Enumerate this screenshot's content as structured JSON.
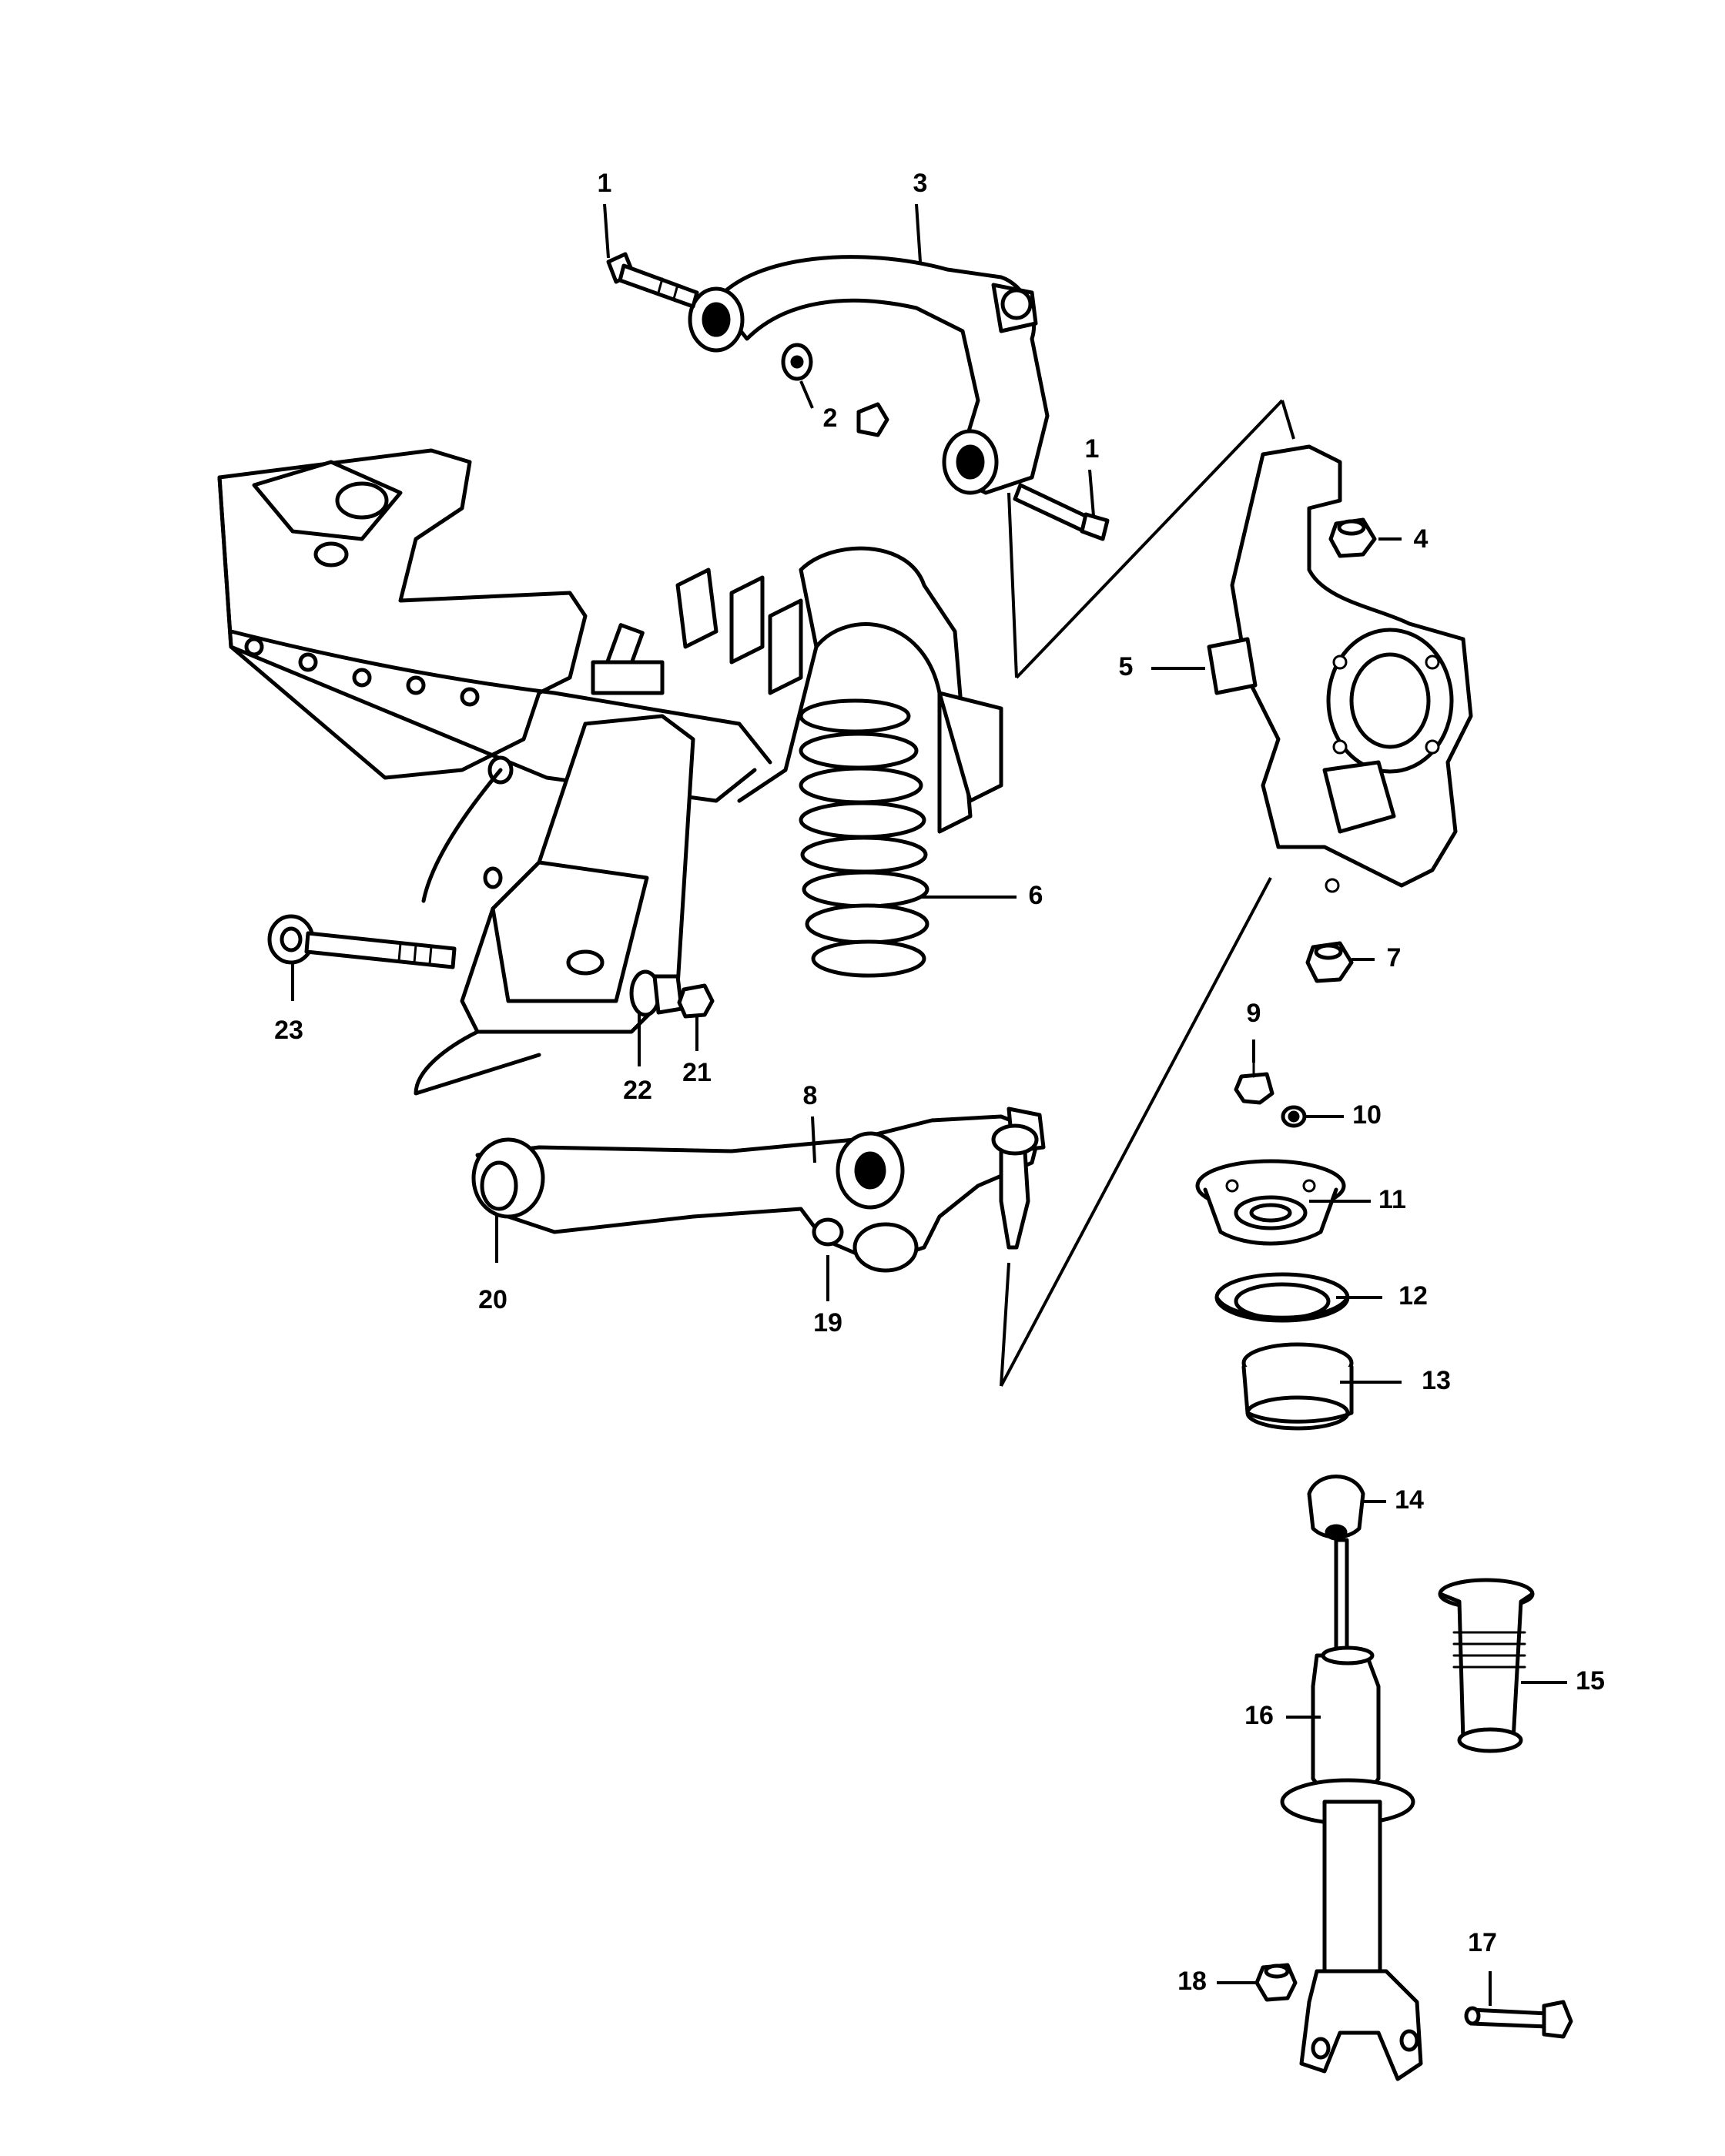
{
  "callouts": [
    {
      "id": "1a",
      "label": "1"
    },
    {
      "id": "1b",
      "label": "1"
    },
    {
      "id": "2",
      "label": "2"
    },
    {
      "id": "3",
      "label": "3"
    },
    {
      "id": "4",
      "label": "4"
    },
    {
      "id": "5",
      "label": "5"
    },
    {
      "id": "6",
      "label": "6"
    },
    {
      "id": "7",
      "label": "7"
    },
    {
      "id": "8",
      "label": "8"
    },
    {
      "id": "9",
      "label": "9"
    },
    {
      "id": "10",
      "label": "10"
    },
    {
      "id": "11",
      "label": "11"
    },
    {
      "id": "12",
      "label": "12"
    },
    {
      "id": "13",
      "label": "13"
    },
    {
      "id": "14",
      "label": "14"
    },
    {
      "id": "15",
      "label": "15"
    },
    {
      "id": "16",
      "label": "16"
    },
    {
      "id": "17",
      "label": "17"
    },
    {
      "id": "18",
      "label": "18"
    },
    {
      "id": "19",
      "label": "19"
    },
    {
      "id": "20",
      "label": "20"
    },
    {
      "id": "21",
      "label": "21"
    },
    {
      "id": "22",
      "label": "22"
    },
    {
      "id": "23",
      "label": "23"
    }
  ]
}
